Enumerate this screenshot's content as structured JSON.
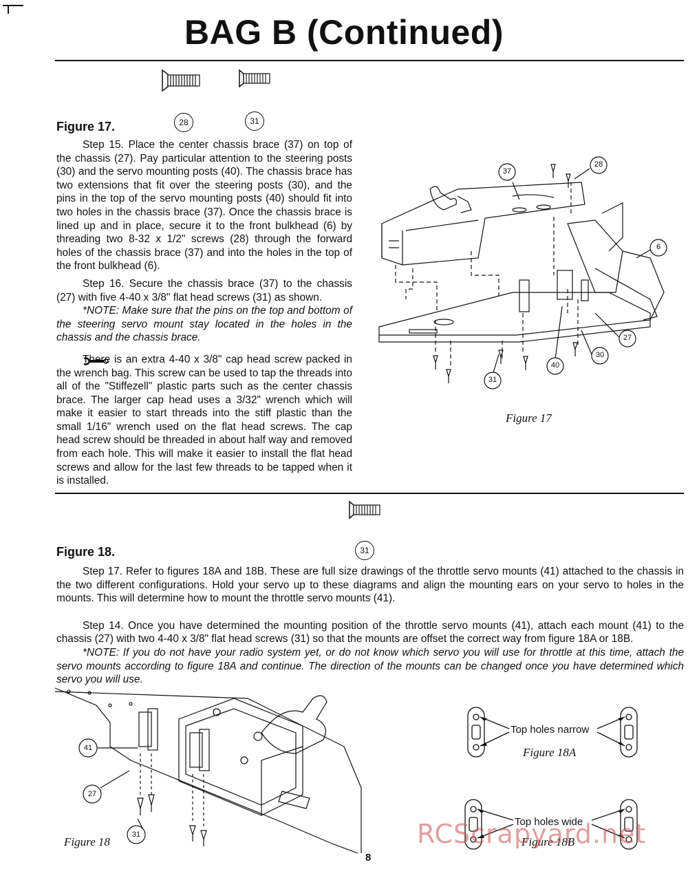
{
  "page": {
    "title": "BAG B (Continued)",
    "page_number": "8",
    "watermark": "RCScrapyard.net"
  },
  "figure17": {
    "heading": "Figure 17.",
    "part_labels": [
      "28",
      "31"
    ],
    "step15": "Step 15. Place the center chassis brace (37) on top of the chassis (27). Pay particular attention to the steering posts (30) and the servo mounting posts (40). The chassis brace has two extensions that fit over the steering posts (30), and the pins in the top of the servo mounting posts (40) should fit into two holes in the chassis brace (37). Once the chassis brace is lined up and in place, secure it to the front bulkhead (6) by threading two 8-32 x 1/2\" screws (28) through the forward holes of the chassis brace (37) and into the holes in the top of the front bulkhead (6).",
    "step16": "Step 16. Secure the chassis brace (37) to the chassis (27) with five 4-40 x 3/8\" flat head screws (31) as shown.",
    "note": "*NOTE: Make sure that the pins on the top and bottom of the steering servo mount stay located in the holes in the chassis and the chassis brace.",
    "tip": "There is an extra 4-40 x 3/8\" cap head screw packed in the wrench bag. This screw can be used to tap the threads into all of the \"Stiffezell\" plastic parts such as the center chassis brace. The larger cap head uses a 3/32\" wrench which will make it easier to start threads into the stiff plastic than the small 1/16\" wrench used on the flat head screws. The cap head screw should be threaded in about half way and removed from each hole. This will make it easier to install the flat head screws and allow for the last few threads to be tapped when it is installed.",
    "callouts": [
      "37",
      "28",
      "6",
      "27",
      "30",
      "40",
      "31"
    ],
    "caption": "Figure 17"
  },
  "figure18": {
    "heading": "Figure 18.",
    "part_label": "31",
    "step17": "Step 17. Refer to figures 18A and 18B. These are full size drawings of the throttle servo mounts (41) attached to the chassis in the two different configurations. Hold your servo up to these diagrams and align the mounting ears on your servo to holes in the mounts. This will determine how to mount the throttle servo mounts (41).",
    "step14": "Step 14. Once you have determined the mounting position of the throttle servo mounts (41), attach each mount (41) to the chassis (27) with two 4-40 x 3/8\" flat head screws (31) so that the mounts are offset the correct way from figure 18A or 18B.",
    "note": "*NOTE: If you do not have your radio system yet, or do not know which servo you will use for throttle at this time, attach the servo mounts according to figure 18A and continue. The direction of the mounts can be changed once you have determined which servo you will use.",
    "callouts": [
      "41",
      "27",
      "31"
    ],
    "caption": "Figure 18",
    "fig18a_label": "Top holes narrow",
    "fig18a_caption": "Figure 18A",
    "fig18b_label": "Top holes wide",
    "fig18b_caption": "Figure 18B"
  }
}
